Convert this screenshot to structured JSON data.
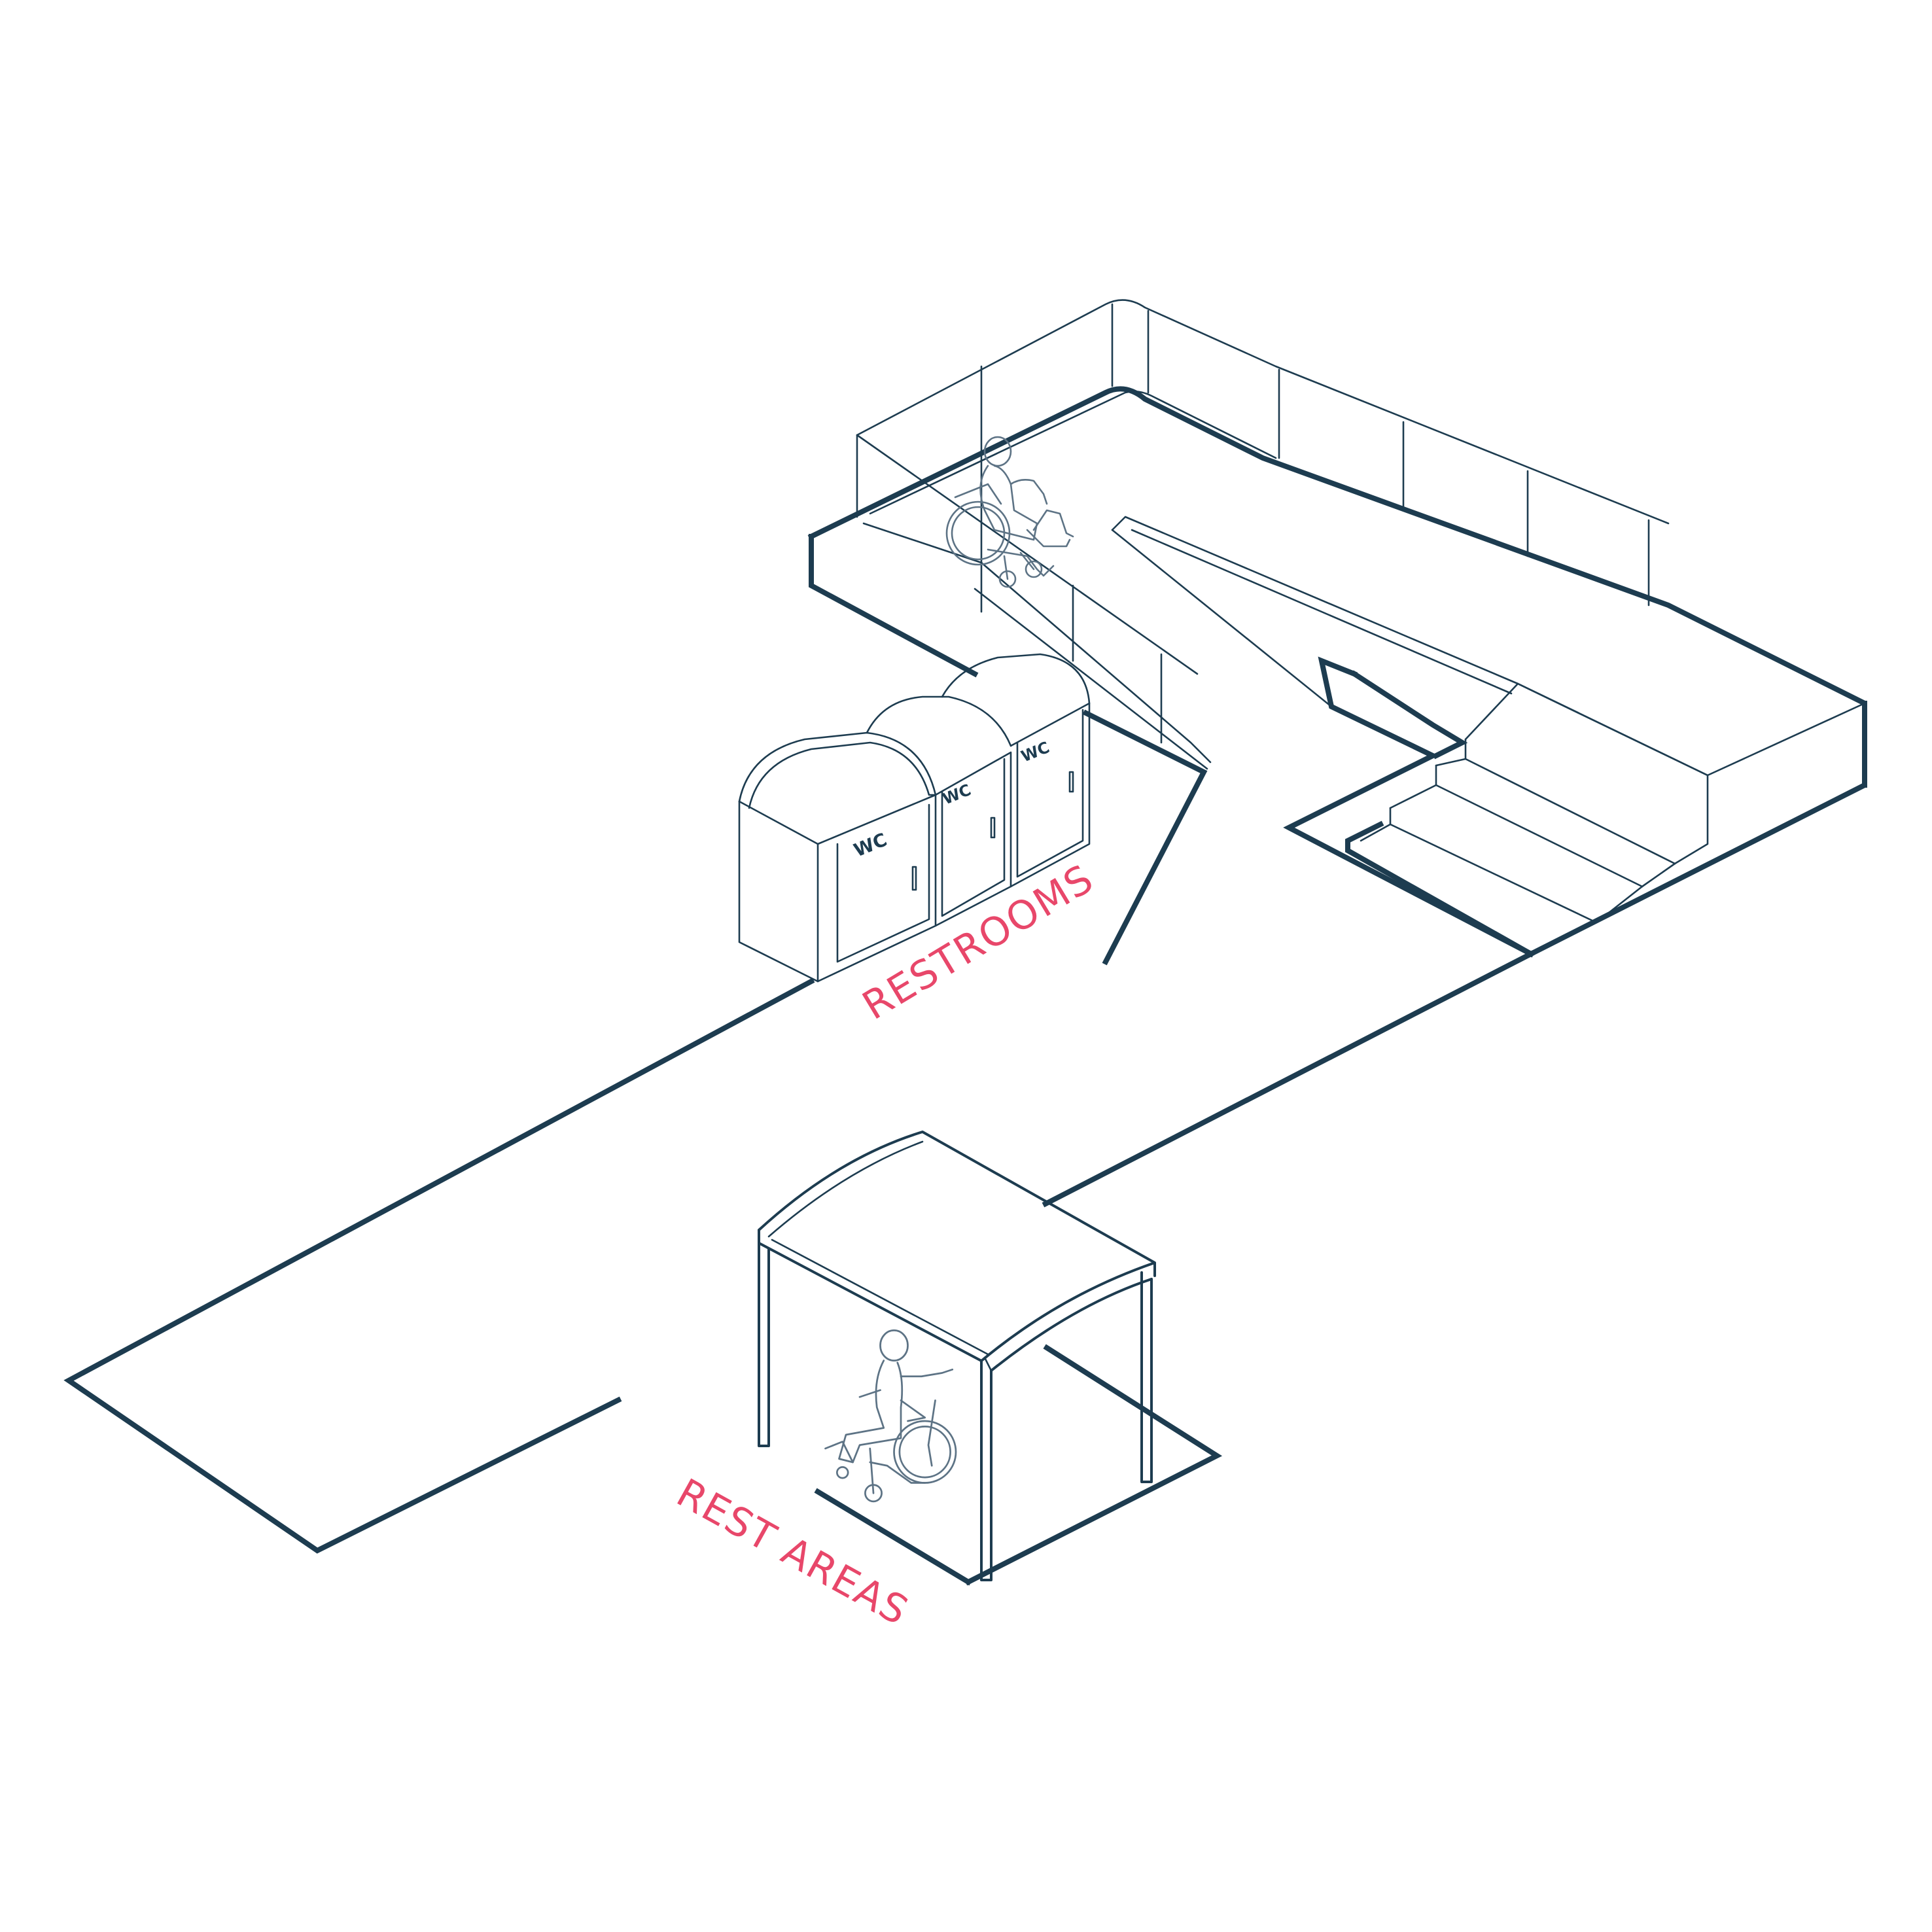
{
  "colors": {
    "line": "#1d3c50",
    "fig": "#5d7385",
    "label": "#e8476a",
    "background": "#ffffff"
  },
  "labels": {
    "restrooms": "RESTROOMS",
    "rest_areas": "REST AREAS"
  },
  "restroom_units": [
    {
      "sign": "WC"
    },
    {
      "sign": "WC"
    },
    {
      "sign": "WC"
    }
  ],
  "icons": {
    "person_on_ramp": "wheelchair-user-icon",
    "person_under_canopy": "wheelchair-user-icon",
    "canopy": "canopy-shelter-icon"
  }
}
